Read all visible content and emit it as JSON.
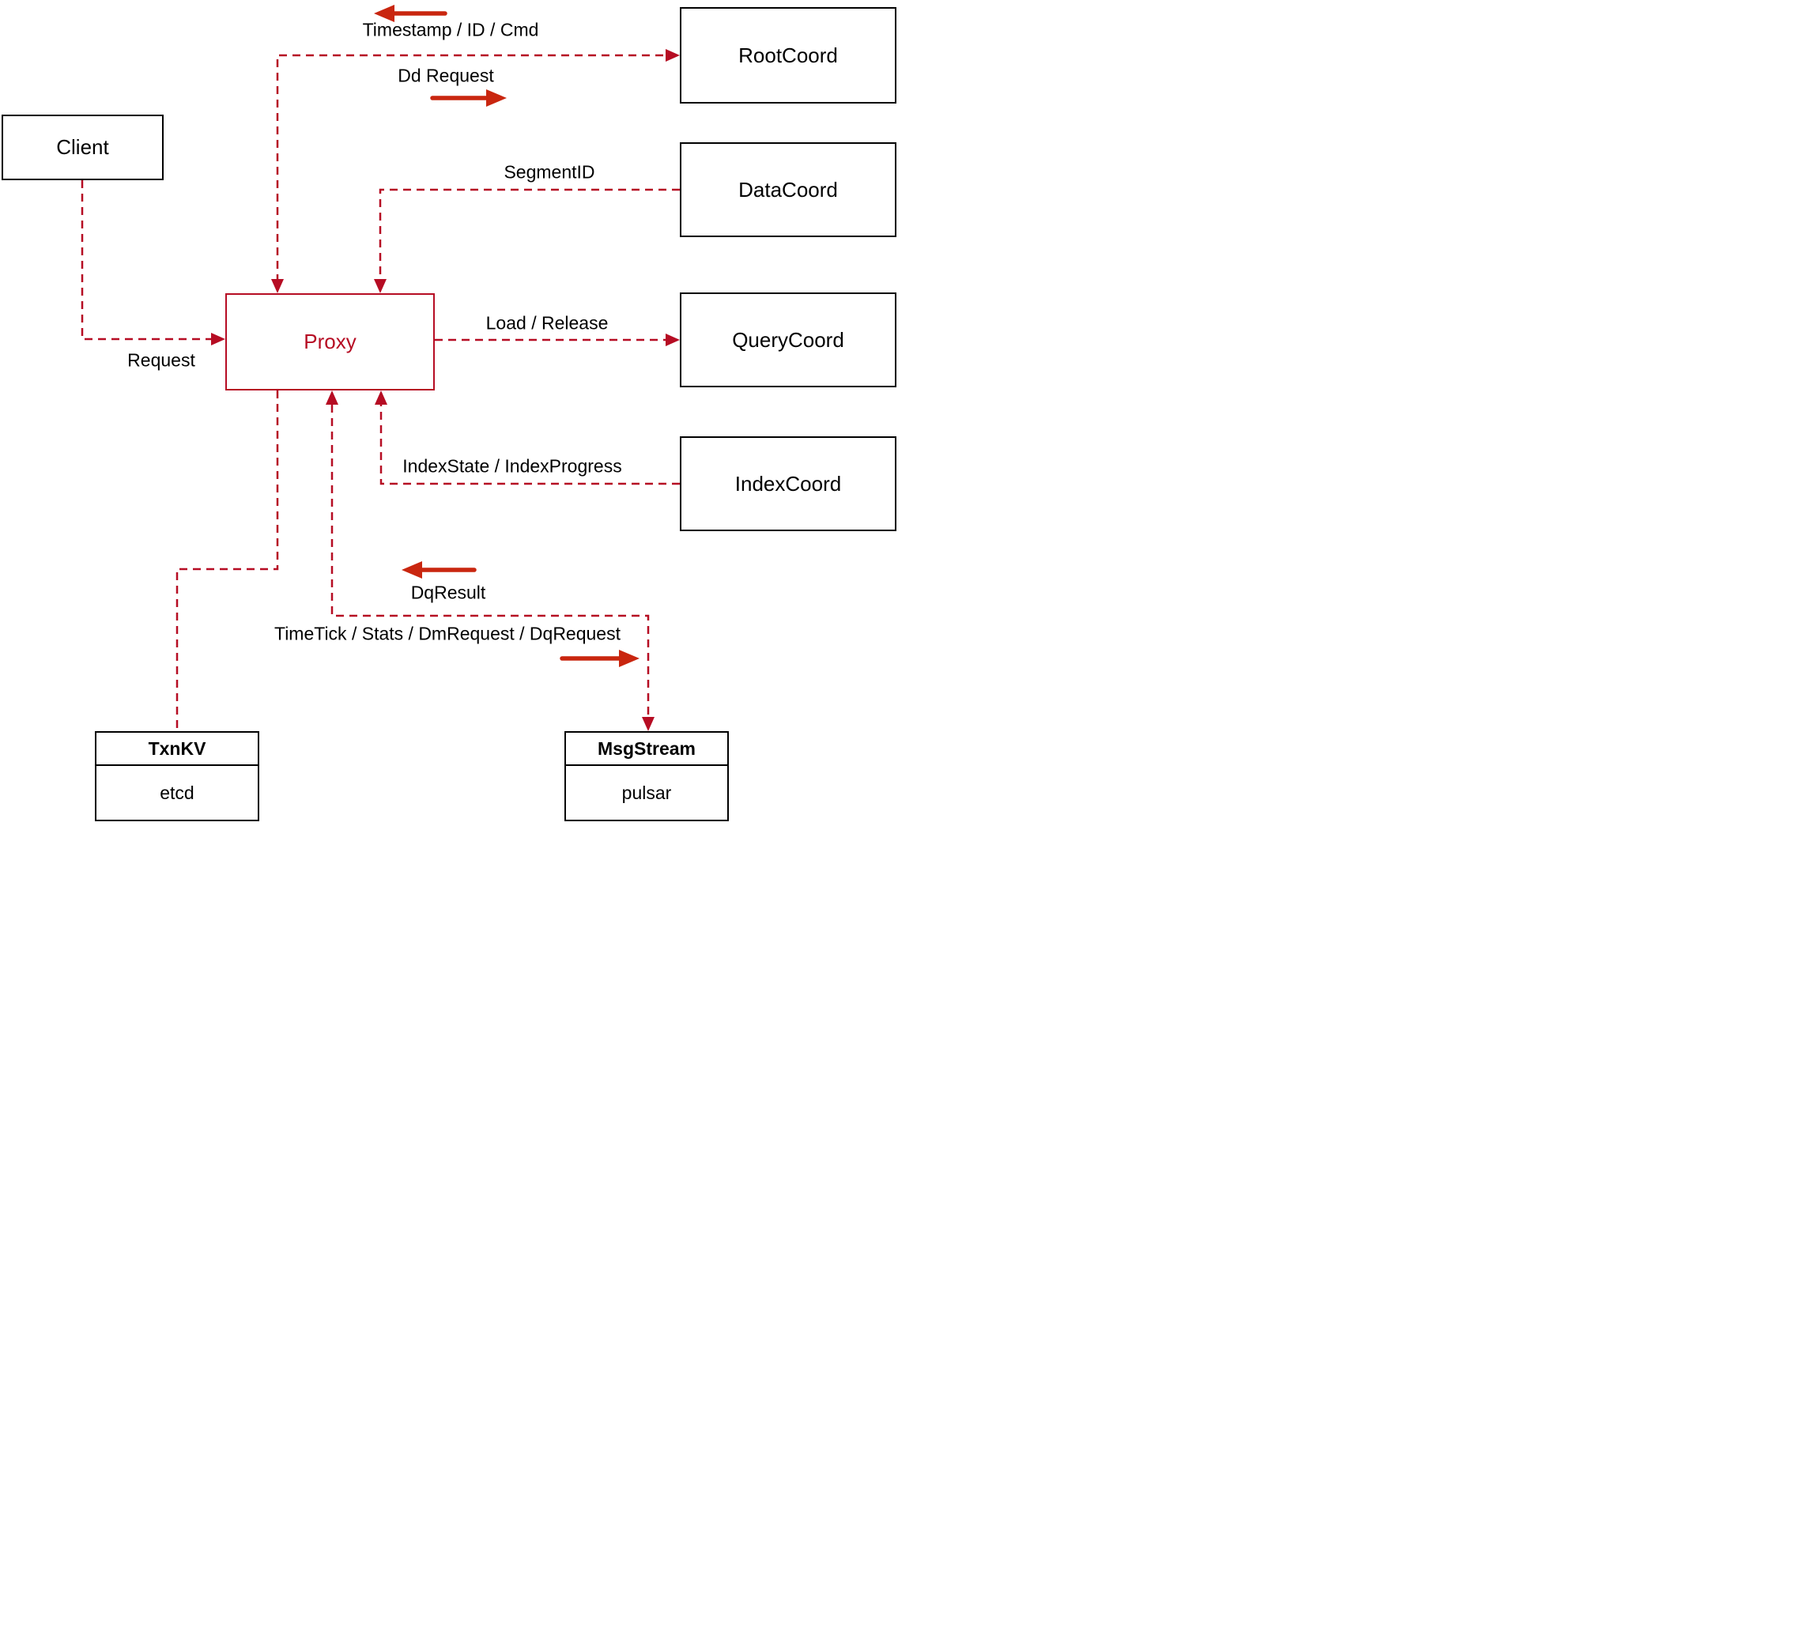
{
  "colors": {
    "connector": "#b60c23",
    "direction_arrow": "#c9260f",
    "node_border": "#000000",
    "label_text": "#000000",
    "background": "#ffffff"
  },
  "nodes": {
    "client": {
      "label": "Client"
    },
    "proxy": {
      "label": "Proxy"
    },
    "rootcoord": {
      "label": "RootCoord"
    },
    "datacoord": {
      "label": "DataCoord"
    },
    "querycoord": {
      "label": "QueryCoord"
    },
    "indexcoord": {
      "label": "IndexCoord"
    },
    "txnkv": {
      "title": "TxnKV",
      "implementation": "etcd"
    },
    "msgstream": {
      "title": "MsgStream",
      "implementation": "pulsar"
    }
  },
  "edges": {
    "client_to_proxy": {
      "label": "Request"
    },
    "proxy_rootcoord": {
      "to_proxy_label": "Timestamp / ID / Cmd",
      "to_rootcoord_label": "Dd Request"
    },
    "datacoord_to_proxy": {
      "label": "SegmentID"
    },
    "proxy_to_querycoord": {
      "label": "Load / Release"
    },
    "indexcoord_to_proxy": {
      "label": "IndexState / IndexProgress"
    },
    "proxy_msgstream": {
      "to_proxy_label": "DqResult",
      "to_msgstream_label": "TimeTick / Stats / DmRequest / DqRequest"
    }
  }
}
